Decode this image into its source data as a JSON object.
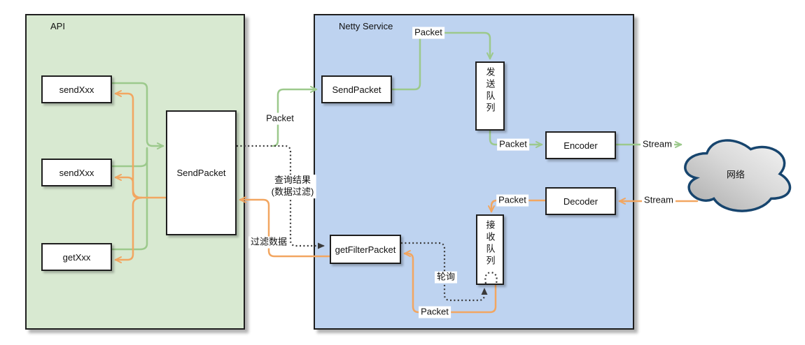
{
  "diagram": {
    "api": {
      "title": "API",
      "nodes": {
        "send1": "sendXxx",
        "send2": "sendXxx",
        "get": "getXxx",
        "sendpacket": "SendPacket"
      }
    },
    "netty": {
      "title": "Netty Service",
      "nodes": {
        "sendpacket": "SendPacket",
        "send_queue": "发送队列",
        "encoder": "Encoder",
        "decoder": "Decoder",
        "recv_queue": "接收队列",
        "filter": "getFilterPacket"
      }
    },
    "cloud_label": "网络",
    "labels": {
      "packet_api": "Packet",
      "packet_top": "Packet",
      "packet_encoder": "Packet",
      "stream_out": "Stream",
      "stream_in": "Stream",
      "packet_recv": "Packet",
      "packet_bottom": "Packet",
      "query_result": "查询结果\n(数据过滤)",
      "filter_data": "过滤数据",
      "polling": "轮询"
    },
    "colors": {
      "api_bg": "#d8e9d1",
      "netty_bg": "#bed3f0",
      "flow_green": "#9cc98c",
      "flow_orange": "#f2a661",
      "dotted": "#3a3a3a",
      "cloud_border": "#17456e"
    }
  }
}
